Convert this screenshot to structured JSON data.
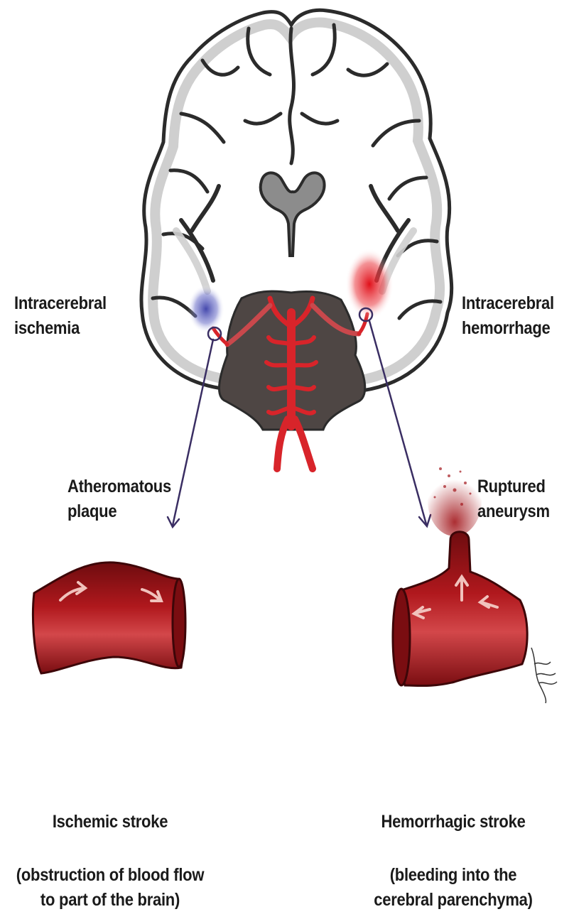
{
  "labels": {
    "left_top": "Intracerebral\nischemia",
    "right_top": "Intracerebral\nhemorrhage",
    "left_mid": "Atheromatous\nplaque",
    "right_mid": "Ruptured\naneurysm"
  },
  "left_caption": {
    "title": "Ischemic stroke",
    "detail": "(obstruction of blood flow\nto part of the brain)"
  },
  "right_caption": {
    "title": "Hemorrhagic stroke",
    "detail": "(bleeding into the\ncerebral parenchyma)"
  },
  "colors": {
    "artery": "#d8242a",
    "vessel": "#9e1418",
    "brainstem": "#4e4644",
    "ventricle": "#8c8c8c",
    "ischemia": "#3b3fa8",
    "hemorrhage": "#e0101a",
    "pointer": "#3a2e63"
  }
}
